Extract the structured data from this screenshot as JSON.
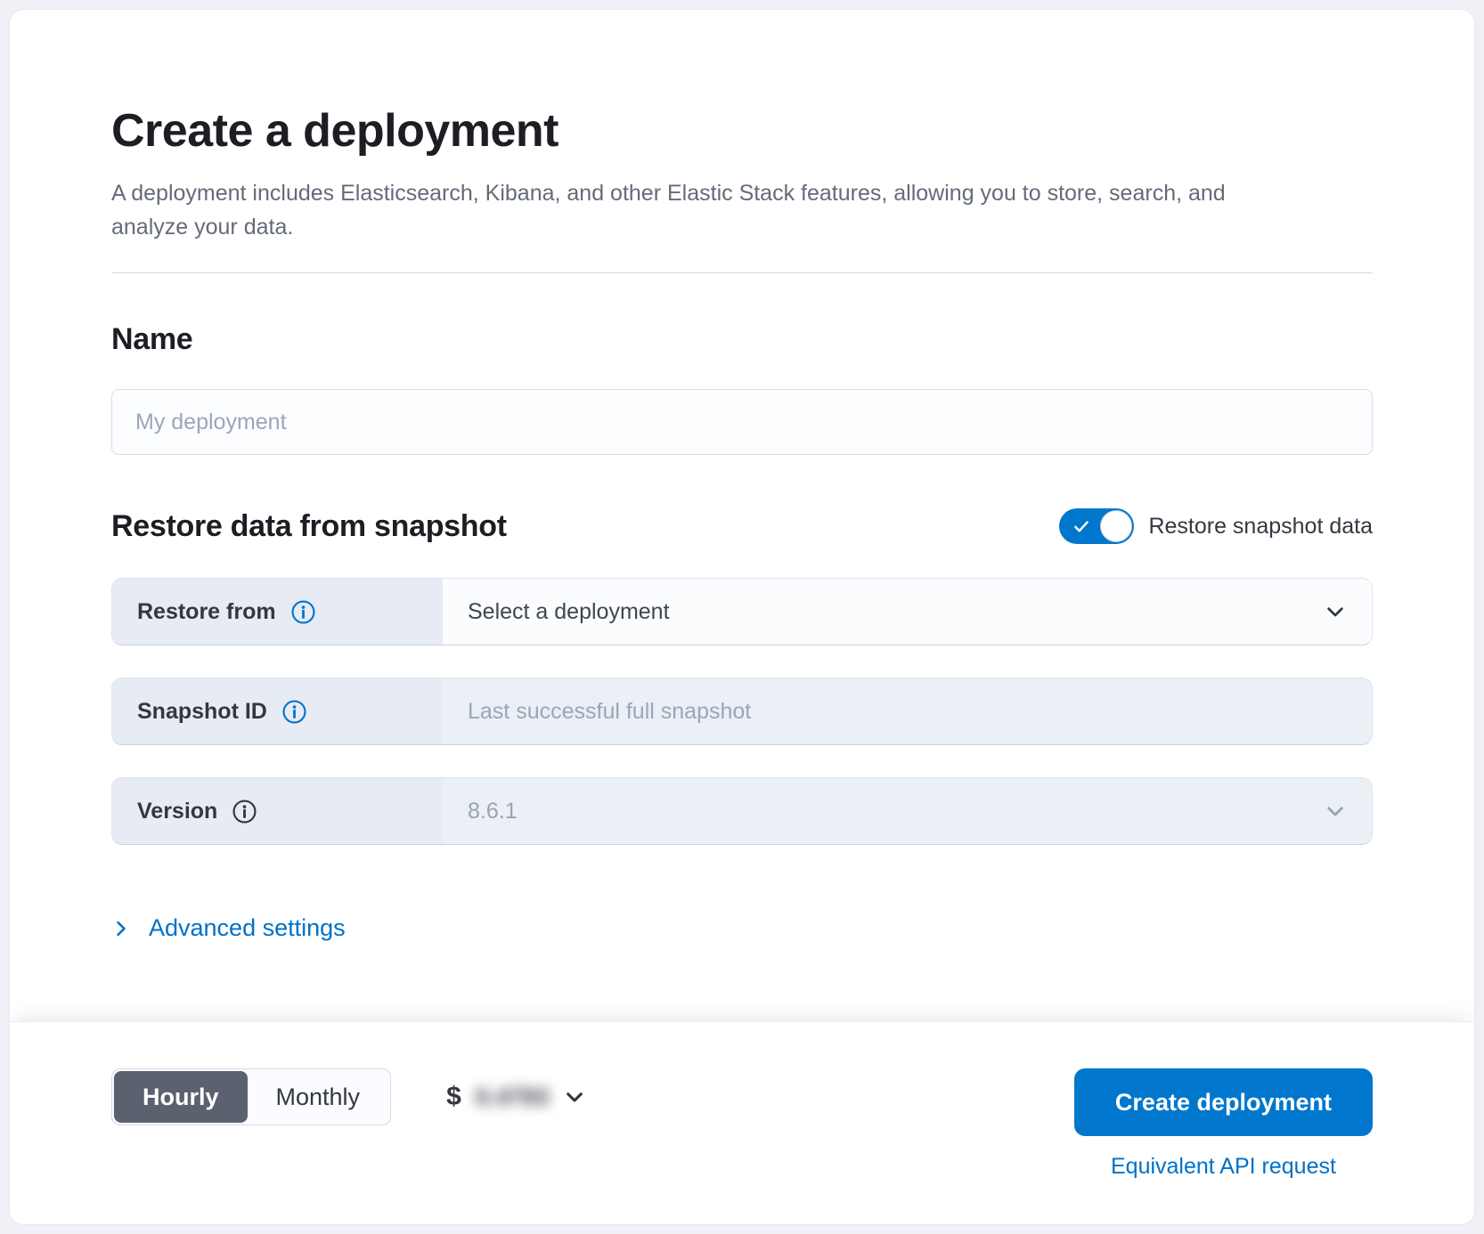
{
  "colors": {
    "primary_blue": "#0077CC",
    "link_blue": "#0071C8",
    "selected_segment_gray": "#5B616E",
    "disabled_field_bg": "#EBEFF6",
    "prepend_bg": "#E7EBF4"
  },
  "header": {
    "title": "Create a deployment",
    "subtitle": "A deployment includes Elasticsearch, Kibana, and other Elastic Stack features, allowing you to store, search, and analyze your data."
  },
  "name_section": {
    "heading": "Name",
    "input_value": "",
    "input_placeholder": "My deployment"
  },
  "restore_section": {
    "heading": "Restore data from snapshot",
    "toggle": {
      "label": "Restore snapshot data",
      "state": "on",
      "icon": "checkmark-icon"
    },
    "rows": [
      {
        "label": "Restore from",
        "info_icon": "info-icon-blue",
        "value": "Select a deployment",
        "has_chevron": true,
        "disabled": false
      },
      {
        "label": "Snapshot ID",
        "info_icon": "info-icon-blue",
        "value": "",
        "placeholder": "Last successful full snapshot",
        "has_chevron": false,
        "disabled": true
      },
      {
        "label": "Version",
        "info_icon": "info-icon-dark",
        "value": "8.6.1",
        "has_chevron": true,
        "disabled": true
      }
    ],
    "advanced_link": "Advanced settings"
  },
  "footer": {
    "billing_toggle": {
      "options": [
        "Hourly",
        "Monthly"
      ],
      "selected": "Hourly"
    },
    "price": {
      "currency": "$",
      "amount_blurred": "0.4793"
    },
    "create_button": "Create deployment",
    "api_link": "Equivalent API request"
  }
}
